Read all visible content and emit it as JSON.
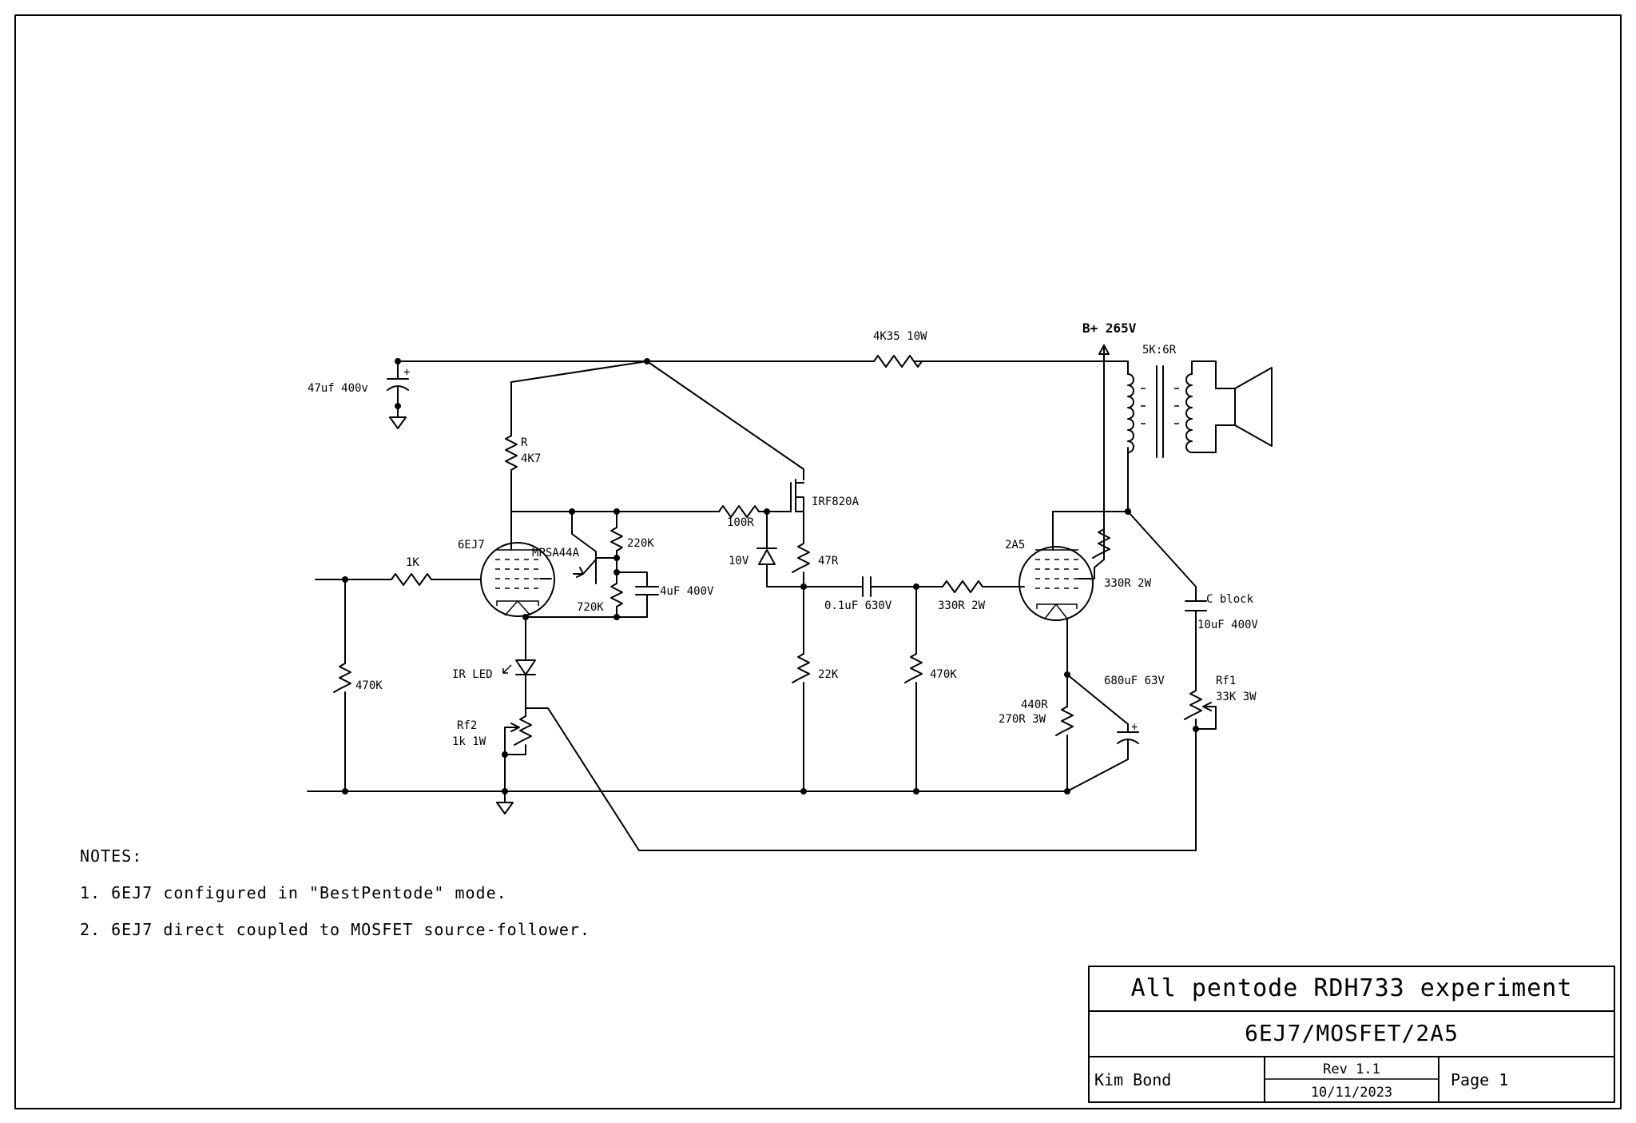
{
  "labels": {
    "b_plus": "B+ 265V",
    "r_4k35": "4K35 10W",
    "c_47uf": "47uf 400v",
    "r_plate_name": "R",
    "r_plate_val": "4K7",
    "r_100r": "100R",
    "mosfet": "IRF820A",
    "tube_6ej7": "6EJ7",
    "transistor": "MPSA44A",
    "r_220k": "220K",
    "r_720k": "720K",
    "c_4uf": "4uF 400V",
    "r_1k": "1K",
    "r_470k_in": "470K",
    "ir_led": "IR LED",
    "rf2_name": "Rf2",
    "rf2_val": "1k 1W",
    "zener": "10V",
    "r_47r": "47R",
    "c_01uf": "0.1uF 630V",
    "r_22k": "22K",
    "r_330r_grid": "330R 2W",
    "r_470k_grid": "470K",
    "tube_2a5": "2A5",
    "r_330r_screen": "330R 2W",
    "transformer": "5K:6R",
    "c_block": "C block",
    "c_10uf": "10uF 400V",
    "rf1_name": "Rf1",
    "rf1_val": "33K 3W",
    "c_680uf": "680uF 63V",
    "r_cathode_a": "440R",
    "r_cathode_b": "270R 3W",
    "plus": "+"
  },
  "notes": {
    "heading": "NOTES:",
    "items": [
      "1. 6EJ7 configured in \"BestPentode\" mode.",
      "2. 6EJ7 direct coupled to MOSFET source-follower."
    ]
  },
  "title_block": {
    "title": "All pentode RDH733 experiment",
    "subtitle": "6EJ7/MOSFET/2A5",
    "author": "Kim Bond",
    "revision": "Rev 1.1",
    "date": "10/11/2023",
    "page": "Page 1"
  }
}
